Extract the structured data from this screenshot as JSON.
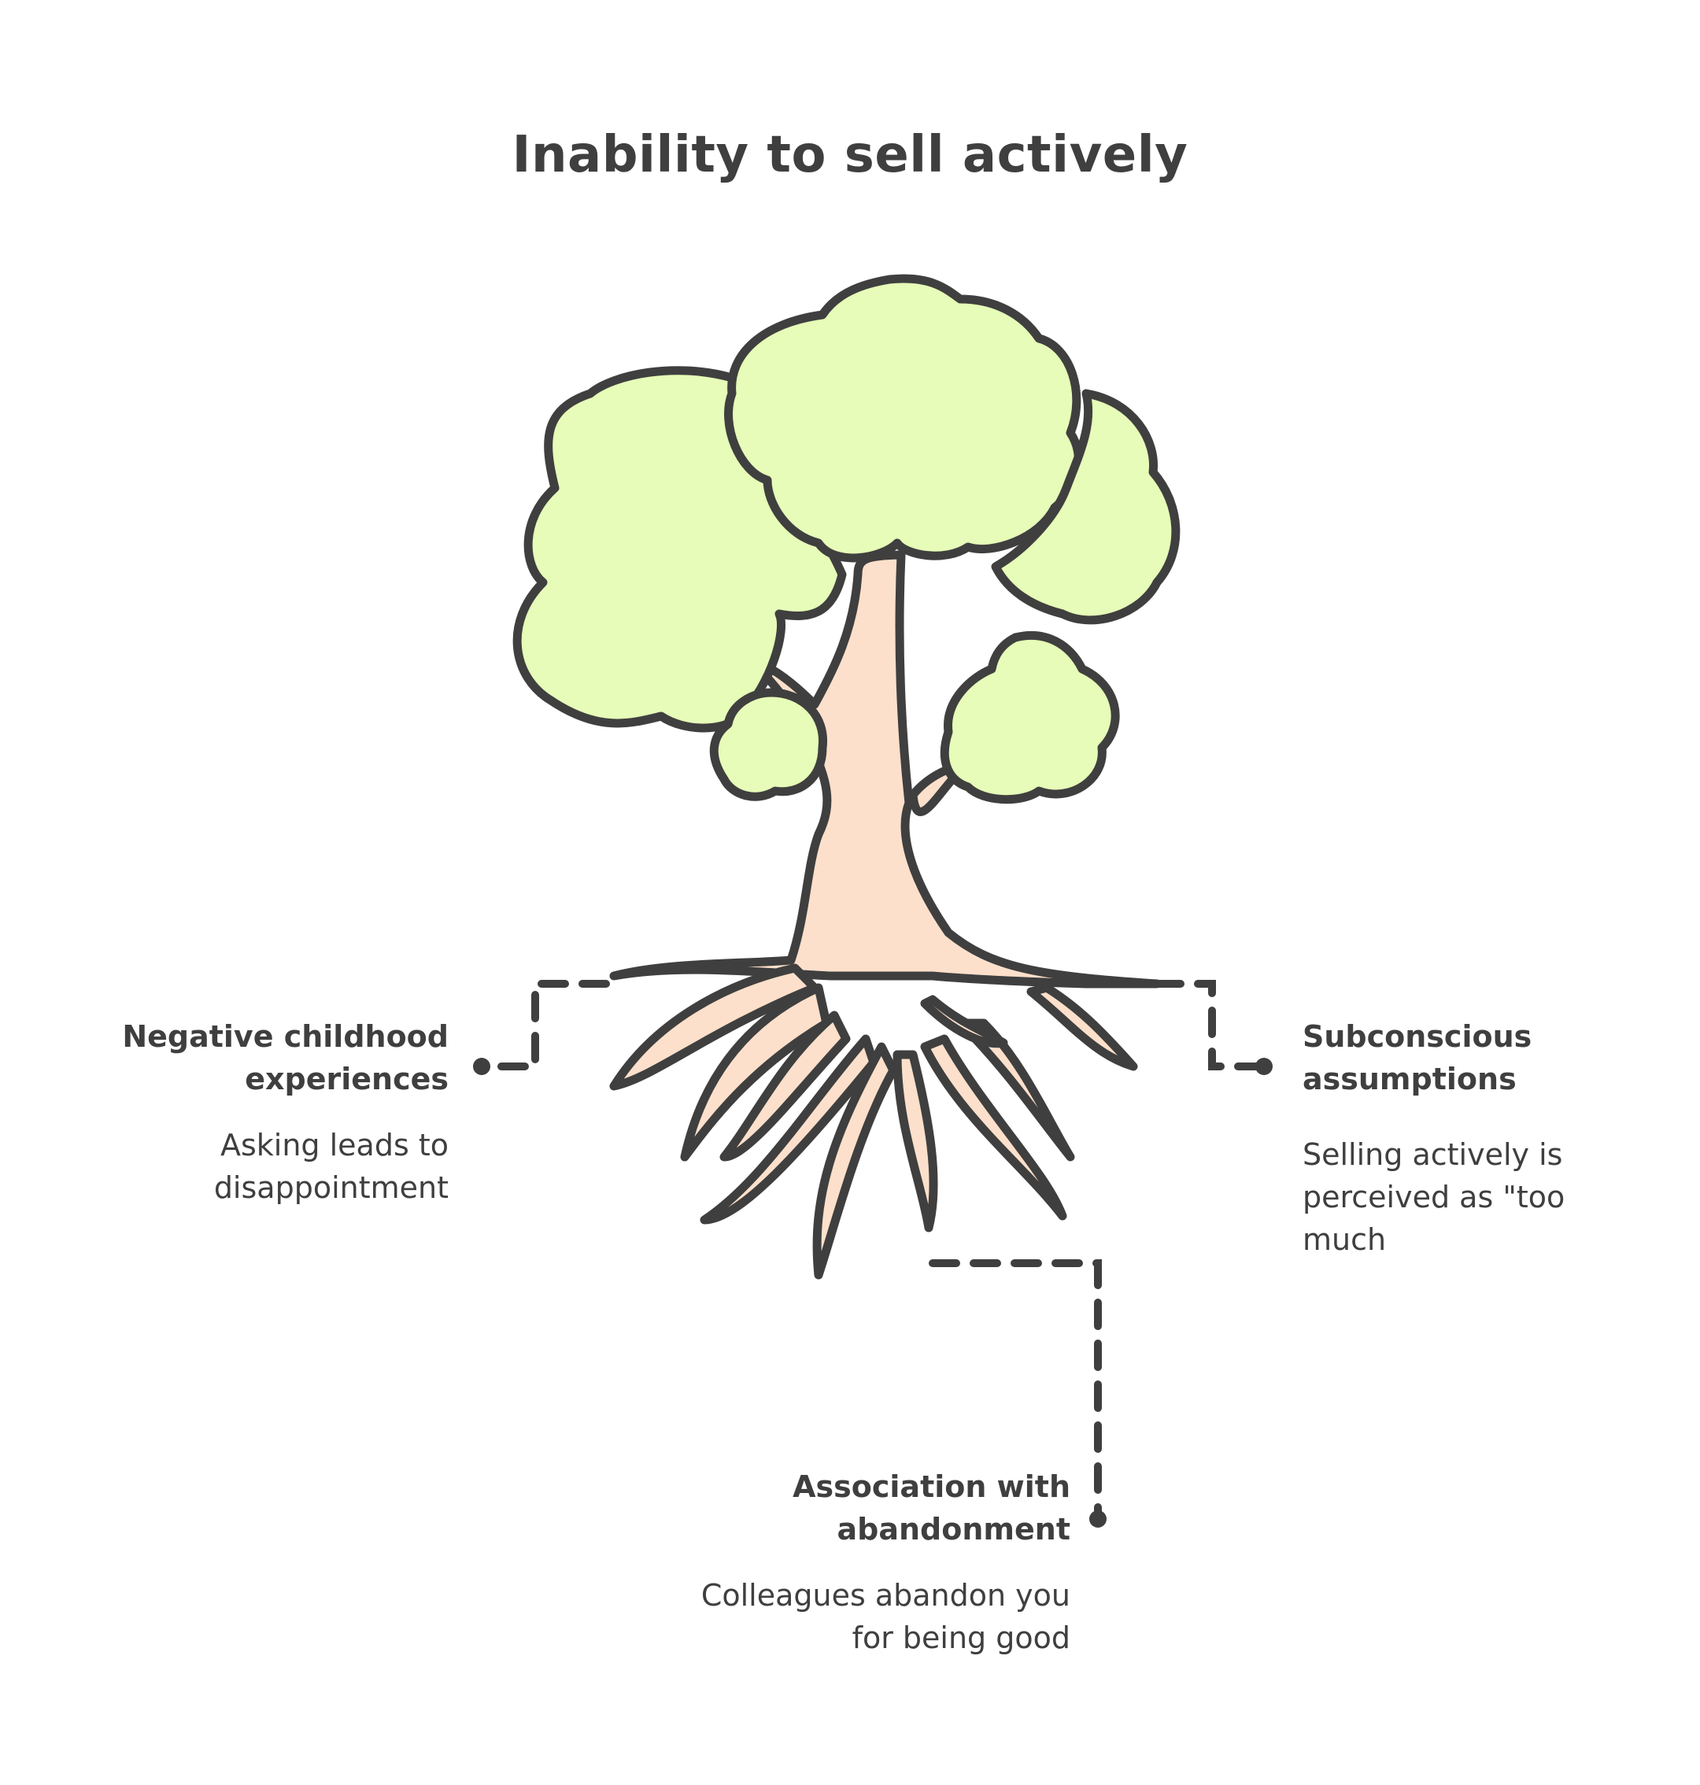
{
  "title": "Inability to sell actively",
  "colors": {
    "stroke": "#3f3f3f",
    "foliage": "#e6fcb8",
    "trunk": "#fde0cb",
    "background": "#ffffff"
  },
  "roots": [
    {
      "id": "left",
      "heading": "Negative childhood experiences",
      "description": "Asking leads to disappointment"
    },
    {
      "id": "right",
      "heading": "Subconscious assumptions",
      "description": "Selling actively is perceived as \"too much"
    },
    {
      "id": "bottom",
      "heading": "Association with abandonment",
      "description": "Colleagues abandon you for being good"
    }
  ]
}
